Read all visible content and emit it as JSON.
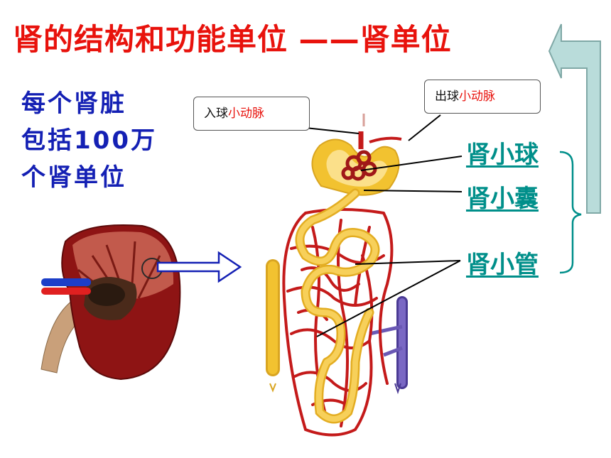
{
  "title": "肾的结构和功能单位 ——肾单位",
  "description": [
    "每个肾脏",
    "包括100万",
    "个肾单位"
  ],
  "callouts": {
    "afferent": {
      "prefix": "入球",
      "highlight": "小动脉"
    },
    "efferent": {
      "prefix": "出球",
      "highlight": "小动脉"
    }
  },
  "labels": {
    "glomerulus": "肾小球",
    "capsule": "肾小囊",
    "tubule": "肾小管"
  },
  "colors": {
    "title": "#e8120c",
    "description": "#1420b4",
    "labels": "#008f8a",
    "artery": "#c41a1a",
    "vein": "#6a58b4",
    "tubule": "#f2c230",
    "bracket_arrow": "#b9dcda"
  }
}
